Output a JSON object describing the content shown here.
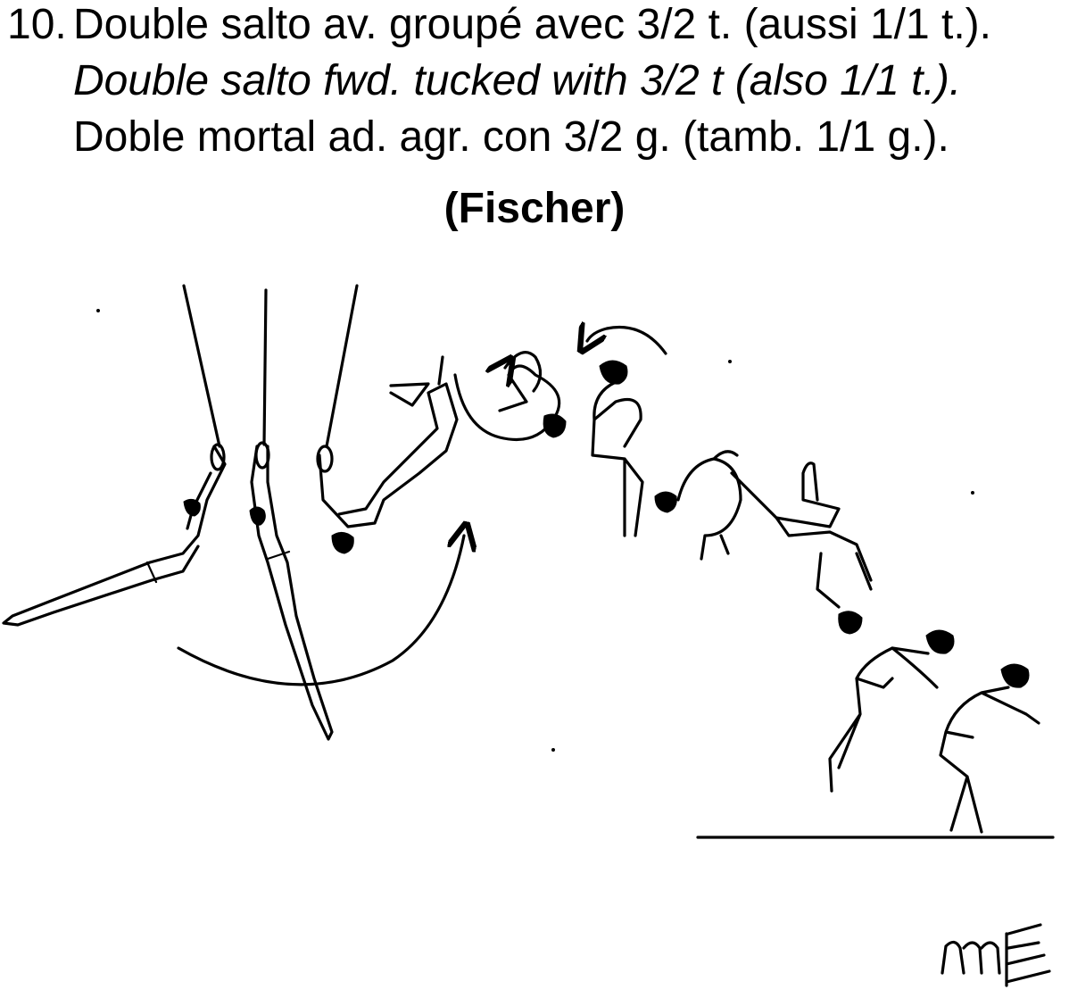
{
  "element": {
    "number": "10.",
    "description_fr": "Double salto av. groupé avec 3/2 t. (aussi 1/1 t.).",
    "description_en": "Double salto fwd. tucked with 3/2 t (also 1/1 t.).",
    "description_es": "Doble mortal ad. agr. con 3/2 g. (tamb. 1/1 g.).",
    "name": "(Fischer)"
  },
  "figure": {
    "apparatus": "rings",
    "signature_text": "ME",
    "ink_color": "#000000",
    "background_color": "#ffffff"
  }
}
